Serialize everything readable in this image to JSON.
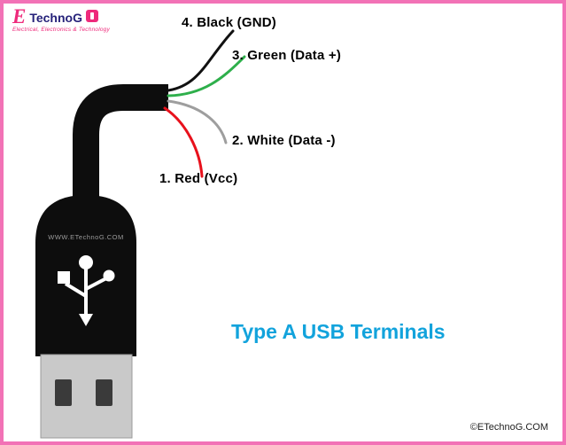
{
  "page": {
    "title": "Type A USB Terminals",
    "copyright": "©ETechnoG.COM"
  },
  "logo": {
    "brand_initial": "E",
    "brand_rest": "TechnoG",
    "tagline": "Electrical, Electronics & Technology"
  },
  "connector": {
    "watermark": "WWW.ETechnoG.COM"
  },
  "wires": [
    {
      "number": 1,
      "name": "red",
      "label": "1. Red (Vcc)",
      "color": "#e8111c"
    },
    {
      "number": 2,
      "name": "white",
      "label": "2. White (Data -)",
      "color": "#9e9e9e"
    },
    {
      "number": 3,
      "name": "green",
      "label": "3. Green (Data +)",
      "color": "#2eaf4b"
    },
    {
      "number": 4,
      "name": "black",
      "label": "4. Black (GND)",
      "color": "#111111"
    }
  ],
  "colors": {
    "border": "#f272b6",
    "title": "#12a3dc",
    "cable": "#0d0d0d",
    "shield": "#c9c9c9",
    "logo_pink": "#ee2a7b",
    "logo_navy": "#26227a"
  }
}
